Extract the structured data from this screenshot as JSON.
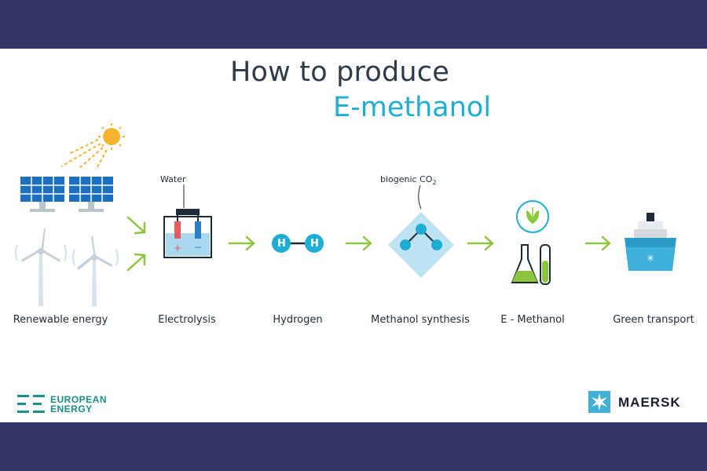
{
  "title": {
    "line1": "How to produce",
    "line2": "E-methanol"
  },
  "stages": [
    {
      "label": "Renewable energy"
    },
    {
      "label": "Electrolysis"
    },
    {
      "label": "Hydrogen"
    },
    {
      "label": "Methanol synthesis"
    },
    {
      "label": "E - Methanol"
    },
    {
      "label": "Green transport"
    }
  ],
  "annotations": {
    "water": "Water",
    "co2_prefix": "biogenic CO",
    "co2_sub": "2",
    "hydrogen_atom": "H"
  },
  "logos": {
    "left_line1": "EUROPEAN",
    "left_line2": "ENERGY",
    "right": "MAERSK"
  },
  "colors": {
    "band": "#323366",
    "title_dark": "#2c3a4a",
    "title_accent": "#1faed3",
    "arrow": "#8cc63f",
    "icon_blue": "#1faed3",
    "leaf_green": "#8cc63f"
  }
}
